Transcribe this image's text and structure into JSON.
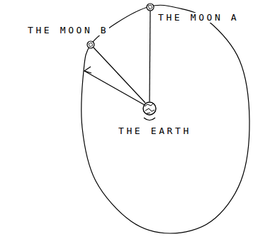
{
  "diagram": {
    "labels": [
      "THE MOON A",
      "THE MOON B",
      "THE EARTH"
    ]
  }
}
